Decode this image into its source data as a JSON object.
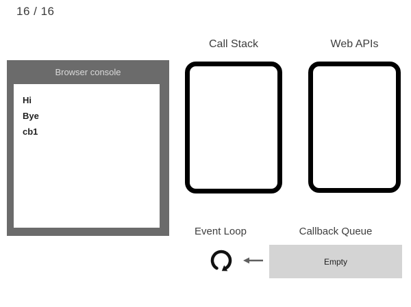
{
  "page": {
    "counter": "16 / 16"
  },
  "console": {
    "title": "Browser console",
    "lines": [
      "Hi",
      "Bye",
      "cb1"
    ]
  },
  "call_stack": {
    "title": "Call Stack",
    "items": []
  },
  "web_apis": {
    "title": "Web APIs",
    "items": []
  },
  "event_loop": {
    "label": "Event Loop",
    "icon": "loop-arrow-icon"
  },
  "callback_queue": {
    "label": "Callback Queue",
    "content": "Empty",
    "arrow_icon": "left-arrow-icon"
  },
  "colors": {
    "console_frame": "#6b6b6b",
    "console_header_text": "#dadada",
    "console_text": "#1f1f1f",
    "box_border": "#000000",
    "label_text": "#3d3d3d",
    "queue_bg": "#d4d4d4",
    "arrow": "#5f5f5f",
    "loop_icon": "#111111"
  }
}
